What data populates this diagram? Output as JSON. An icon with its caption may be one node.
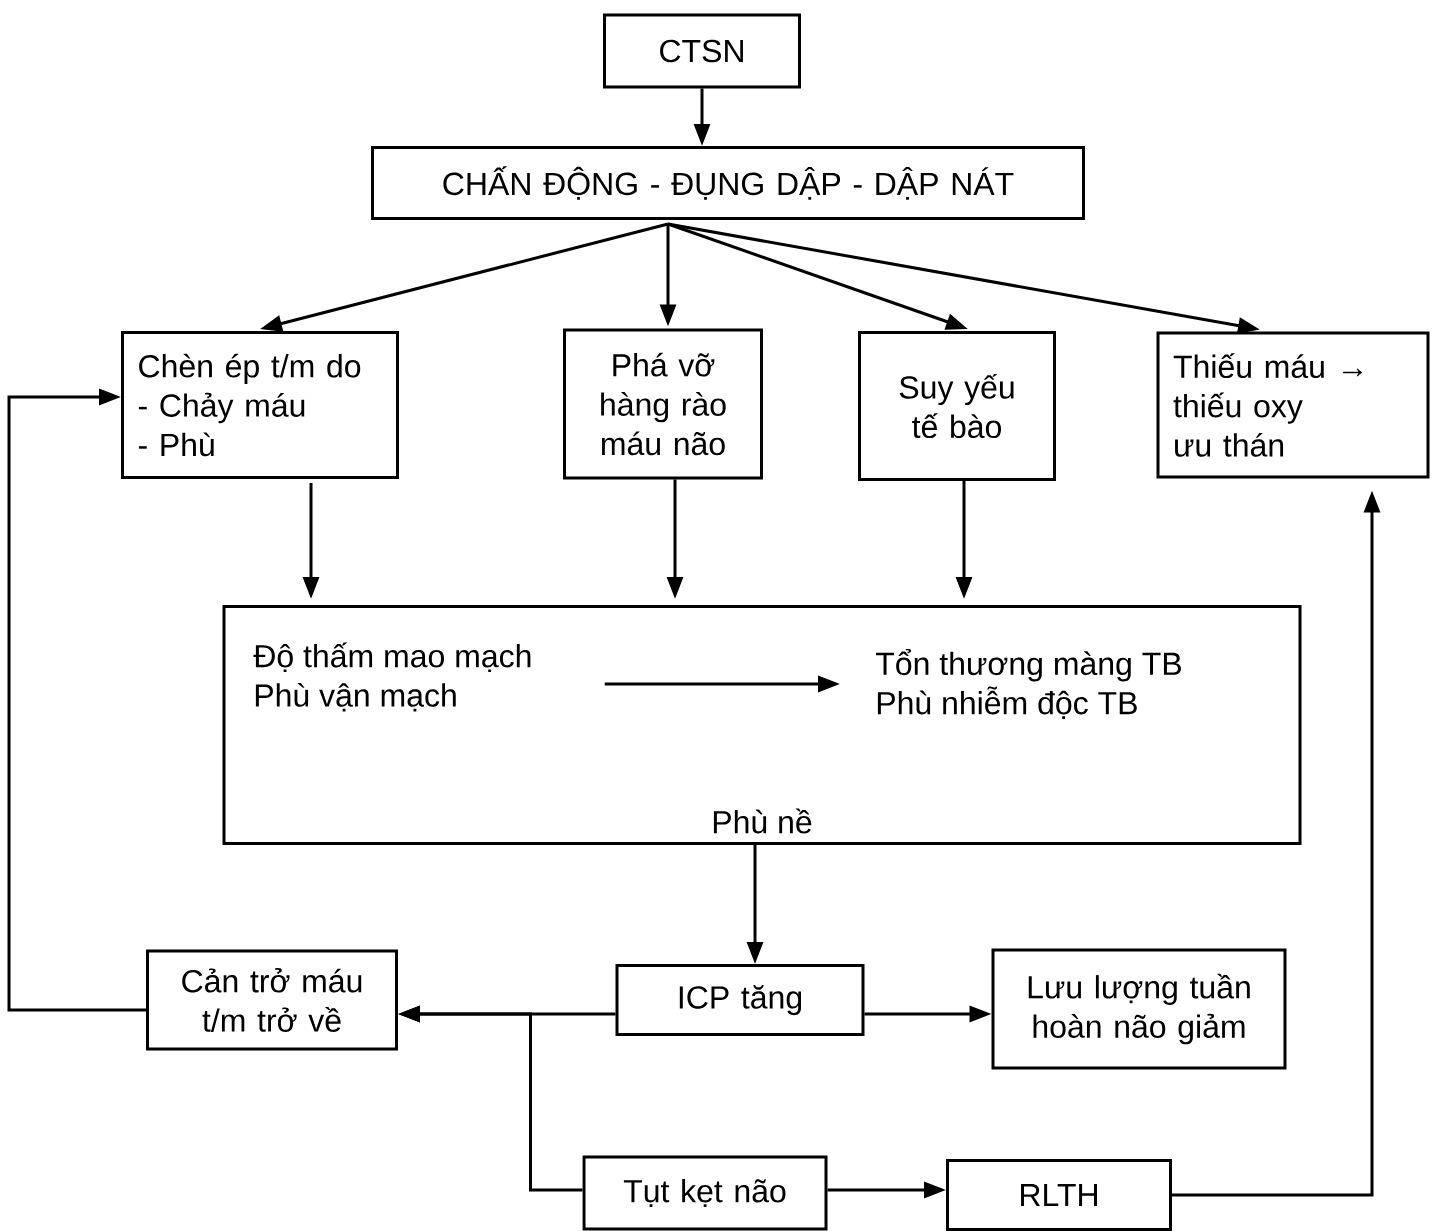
{
  "diagram": {
    "nodes": [
      {
        "text": [
          "CTSN"
        ]
      },
      {
        "text": [
          "CHẤN ĐỘNG - ĐỤNG DẬP - DẬP NÁT"
        ]
      },
      {
        "text": [
          "Chèn ép t/m do",
          "- Chảy máu",
          "- Phù"
        ]
      },
      {
        "text": [
          "Phá vỡ hàng rào máu não"
        ]
      },
      {
        "text": [
          "Suy yếu tế bào"
        ]
      },
      {
        "text": [
          "Thiếu máu →",
          "thiếu oxy",
          "ưu thán"
        ]
      },
      {
        "text": [
          "Phù nề"
        ]
      },
      {
        "text": [
          "Độ thấm mao mạch",
          "Phù vận mạch"
        ],
        "in": 6
      },
      {
        "text": [
          "Tổn thương màng TB",
          "Phù nhiễm độc TB"
        ],
        "in": 6
      },
      {
        "text": [
          "Cản trở máu t/m trở về"
        ]
      },
      {
        "text": [
          "ICP tăng"
        ]
      },
      {
        "text": [
          "Lưu lượng tuần hoàn não giảm"
        ]
      },
      {
        "text": [
          "Tụt kẹt não"
        ]
      },
      {
        "text": [
          "RLTH"
        ]
      }
    ],
    "edges": [
      {
        "from": 0,
        "to": 1,
        "arrow": "to"
      },
      {
        "from": 1,
        "to": 2,
        "arrow": "to"
      },
      {
        "from": 1,
        "to": 3,
        "arrow": "to"
      },
      {
        "from": 1,
        "to": 4,
        "arrow": "to"
      },
      {
        "from": 1,
        "to": 5,
        "arrow": "to"
      },
      {
        "from": 2,
        "to": 6,
        "arrow": "to"
      },
      {
        "from": 3,
        "to": 6,
        "arrow": "to"
      },
      {
        "from": 4,
        "to": 6,
        "arrow": "to"
      },
      {
        "from": 7,
        "to": 8,
        "arrow": "to"
      },
      {
        "from": 6,
        "to": 10,
        "arrow": "to"
      },
      {
        "from": 10,
        "to": 9,
        "arrow": "to"
      },
      {
        "from": 10,
        "to": 11,
        "arrow": "to"
      },
      {
        "from": 12,
        "to": 9,
        "arrow": "to"
      },
      {
        "from": 12,
        "to": 13,
        "arrow": "to"
      },
      {
        "from": 13,
        "to": 5,
        "arrow": "to"
      },
      {
        "from": 9,
        "to": 2,
        "arrow": "to"
      }
    ]
  }
}
